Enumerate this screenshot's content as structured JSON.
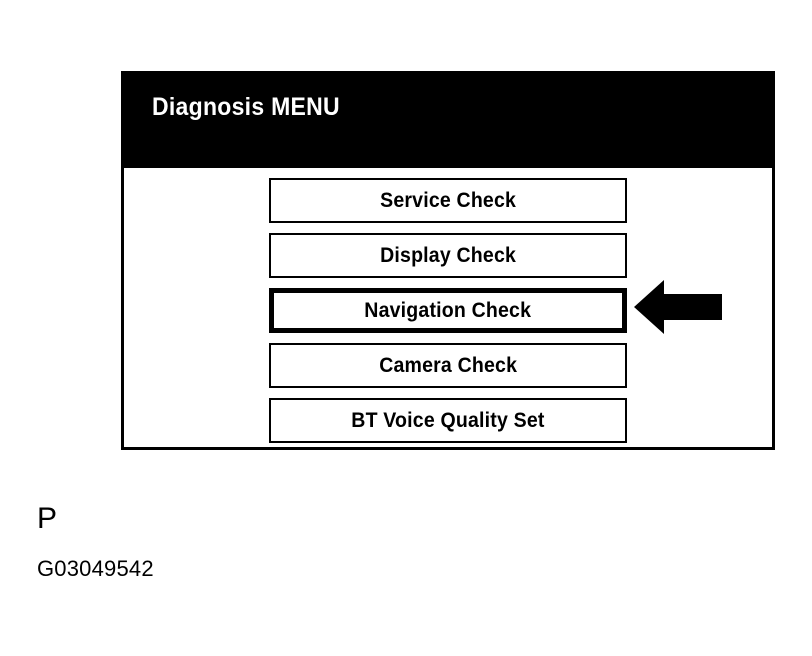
{
  "screen": {
    "header": {
      "title": "Diagnosis MENU"
    },
    "menu": {
      "items": [
        {
          "label": "Service Check",
          "selected": false
        },
        {
          "label": "Display Check",
          "selected": false
        },
        {
          "label": "Navigation Check",
          "selected": true
        },
        {
          "label": "Camera Check",
          "selected": false
        },
        {
          "label": "BT Voice Quality Set",
          "selected": false
        }
      ]
    },
    "annotation": {
      "arrow_icon": "arrow-left-icon",
      "arrow_points_to": "Navigation Check"
    }
  },
  "captions": {
    "letter": "P",
    "figure_code": "G03049542"
  },
  "colors": {
    "page_background": "#ffffff",
    "panel_background": "#ffffff",
    "panel_border": "#000000",
    "header_background": "#000000",
    "header_text": "#ffffff",
    "button_background": "#ffffff",
    "button_border": "#000000",
    "button_text": "#000000",
    "arrow_fill": "#000000",
    "caption_text": "#000000"
  }
}
